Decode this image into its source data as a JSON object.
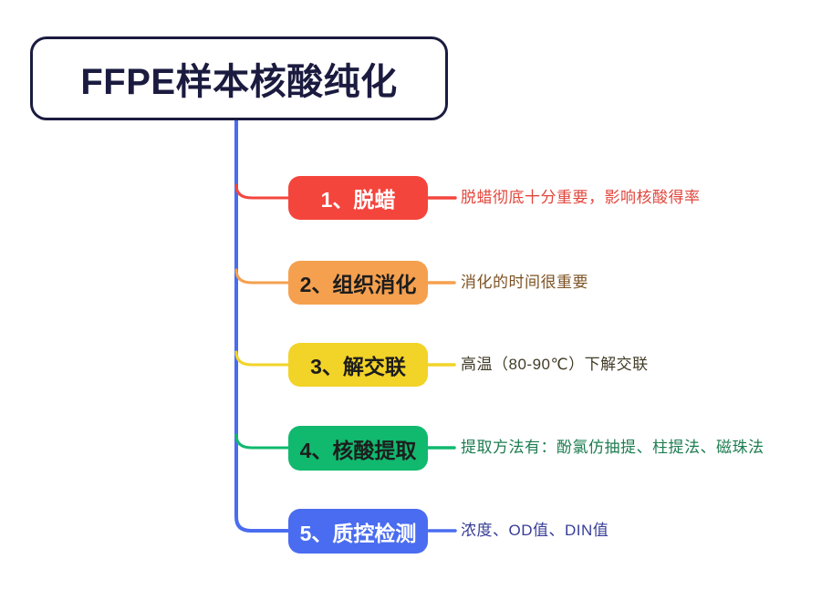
{
  "root": {
    "title": "FFPE样本核酸纯化",
    "border_color": "#1b1b40",
    "text_color": "#1b1b40"
  },
  "trunk_color": "#4a6cf0",
  "branches": [
    {
      "label": "1、脱蜡",
      "note": "脱蜡彻底十分重要，影响核酸得率",
      "node_color": "#f4453d",
      "label_color": "#ffffff",
      "line_color": "#f4453d",
      "note_color": "#e2463c"
    },
    {
      "label": "2、组织消化",
      "note": "消化的时间很重要",
      "node_color": "#f5a04f",
      "label_color": "#1d1d1d",
      "line_color": "#f5a04f",
      "note_color": "#7d5223"
    },
    {
      "label": "3、解交联",
      "note": "高温（80-90℃）下解交联",
      "node_color": "#f2d327",
      "label_color": "#1d1d1d",
      "line_color": "#f2d327",
      "note_color": "#423c28"
    },
    {
      "label": "4、核酸提取",
      "note": "提取方法有：酚氯仿抽提、柱提法、磁珠法",
      "node_color": "#10b96e",
      "label_color": "#1d1d1d",
      "line_color": "#10b96e",
      "note_color": "#1d7c50"
    },
    {
      "label": "5、质控检测",
      "note": "浓度、OD值、DIN值",
      "node_color": "#4a6cf0",
      "label_color": "#ffffff",
      "line_color": "#4a6cf0",
      "note_color": "#383d97"
    }
  ]
}
